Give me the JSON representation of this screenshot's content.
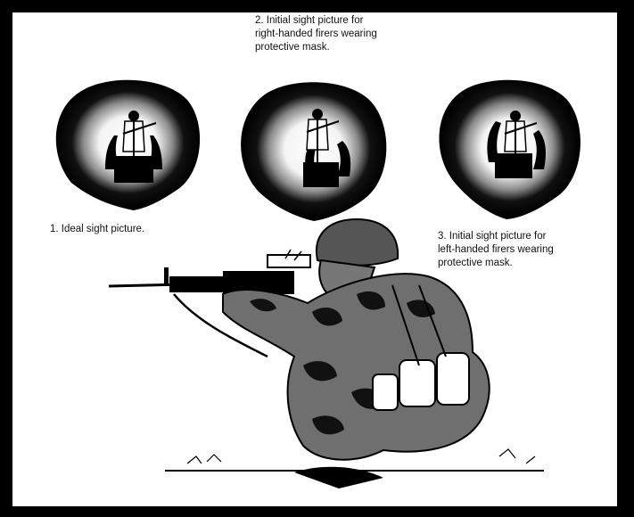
{
  "captions": {
    "ideal": "1. Ideal sight picture.",
    "right_handed": "2. Initial sight picture for\nright-handed firers wearing\nprotective mask.",
    "left_handed": "3. Initial sight picture for\nleft-handed firers wearing\nprotective mask."
  },
  "colors": {
    "ink": "#000000",
    "paper": "#ffffff"
  }
}
